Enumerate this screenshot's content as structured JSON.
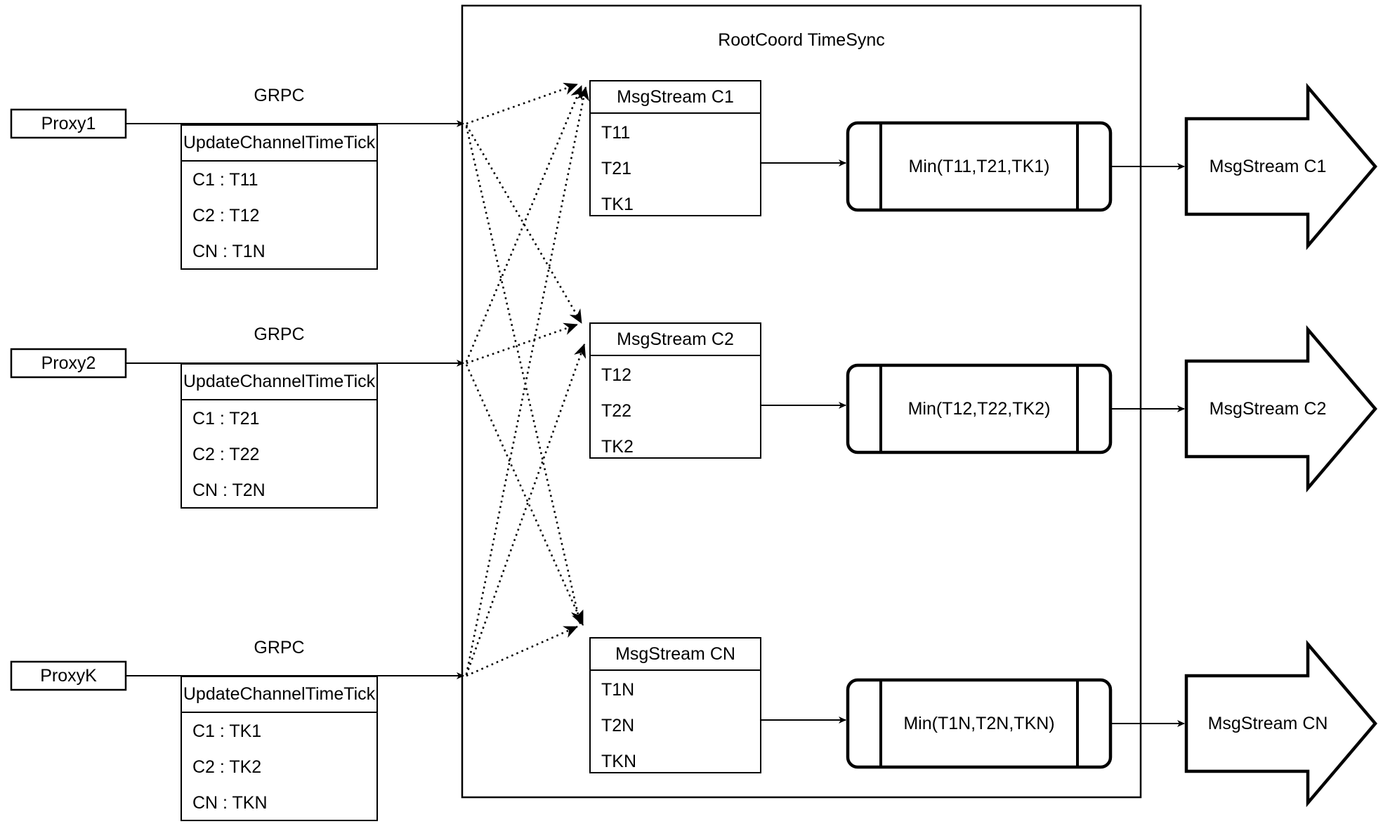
{
  "container": {
    "title": "RootCoord TimeSync"
  },
  "proxies": [
    {
      "name": "Proxy1",
      "link_label": "GRPC",
      "request": {
        "title": "UpdateChannelTimeTick",
        "rows": [
          "C1 :  T11",
          "C2 :  T12",
          "CN : T1N"
        ]
      }
    },
    {
      "name": "Proxy2",
      "link_label": "GRPC",
      "request": {
        "title": "UpdateChannelTimeTick",
        "rows": [
          "C1 :  T21",
          "C2 :  T22",
          "CN : T2N"
        ]
      }
    },
    {
      "name": "ProxyK",
      "link_label": "GRPC",
      "request": {
        "title": "UpdateChannelTimeTick",
        "rows": [
          "C1 :  TK1",
          "C2 :  TK2",
          "CN : TKN"
        ]
      }
    }
  ],
  "channels": [
    {
      "stream": {
        "title": "MsgStream C1",
        "rows": [
          "T11",
          "T21",
          "TK1"
        ]
      },
      "min": "Min(T11,T21,TK1)",
      "output": "MsgStream C1"
    },
    {
      "stream": {
        "title": "MsgStream C2",
        "rows": [
          "T12",
          "T22",
          "TK2"
        ]
      },
      "min": "Min(T12,T22,TK2)",
      "output": "MsgStream C2"
    },
    {
      "stream": {
        "title": "MsgStream CN",
        "rows": [
          "T1N",
          "T2N",
          "TKN"
        ]
      },
      "min": "Min(T1N,T2N,TKN)",
      "output": "MsgStream CN"
    }
  ],
  "colors": {
    "stroke": "#000000",
    "background": "#ffffff"
  }
}
